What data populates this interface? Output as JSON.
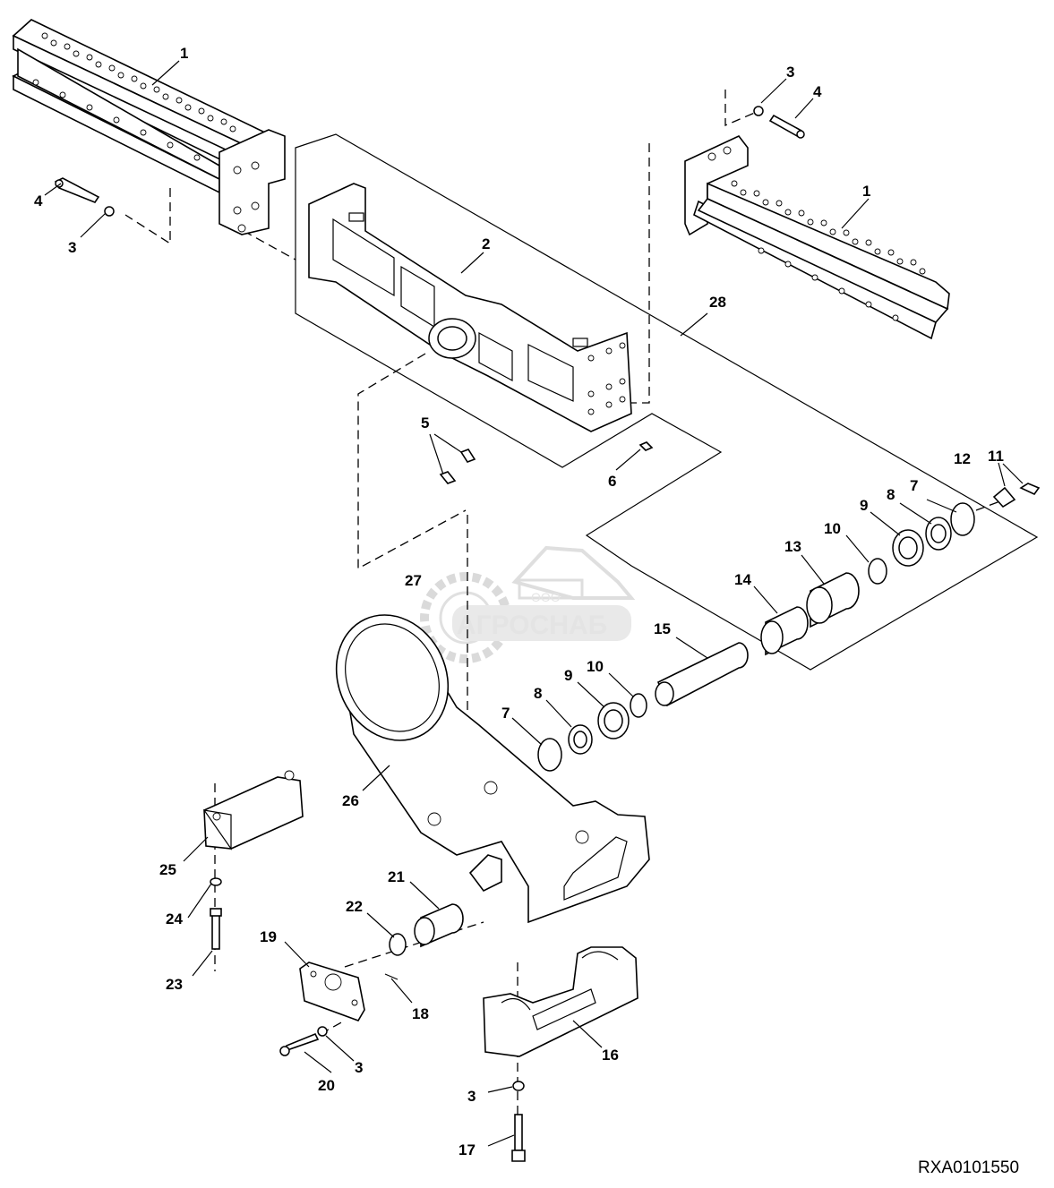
{
  "diagram": {
    "reference_code": "RXA0101550",
    "watermark": {
      "company_prefix": "ООО",
      "company_name": "АГРОСНАБ"
    },
    "callouts": [
      {
        "id": "c1a",
        "label": "1"
      },
      {
        "id": "c1b",
        "label": "1"
      },
      {
        "id": "c2",
        "label": "2"
      },
      {
        "id": "c3a",
        "label": "3"
      },
      {
        "id": "c3b",
        "label": "3"
      },
      {
        "id": "c3c",
        "label": "3"
      },
      {
        "id": "c3d",
        "label": "3"
      },
      {
        "id": "c4a",
        "label": "4"
      },
      {
        "id": "c4b",
        "label": "4"
      },
      {
        "id": "c5",
        "label": "5"
      },
      {
        "id": "c6",
        "label": "6"
      },
      {
        "id": "c7a",
        "label": "7"
      },
      {
        "id": "c7b",
        "label": "7"
      },
      {
        "id": "c8a",
        "label": "8"
      },
      {
        "id": "c8b",
        "label": "8"
      },
      {
        "id": "c9a",
        "label": "9"
      },
      {
        "id": "c9b",
        "label": "9"
      },
      {
        "id": "c10a",
        "label": "10"
      },
      {
        "id": "c10b",
        "label": "10"
      },
      {
        "id": "c11",
        "label": "11"
      },
      {
        "id": "c12",
        "label": "12"
      },
      {
        "id": "c13",
        "label": "13"
      },
      {
        "id": "c14",
        "label": "14"
      },
      {
        "id": "c15",
        "label": "15"
      },
      {
        "id": "c16",
        "label": "16"
      },
      {
        "id": "c17",
        "label": "17"
      },
      {
        "id": "c18",
        "label": "18"
      },
      {
        "id": "c19",
        "label": "19"
      },
      {
        "id": "c20",
        "label": "20"
      },
      {
        "id": "c21",
        "label": "21"
      },
      {
        "id": "c22",
        "label": "22"
      },
      {
        "id": "c23",
        "label": "23"
      },
      {
        "id": "c24",
        "label": "24"
      },
      {
        "id": "c25",
        "label": "25"
      },
      {
        "id": "c26",
        "label": "26"
      },
      {
        "id": "c27",
        "label": "27"
      },
      {
        "id": "c28",
        "label": "28"
      }
    ]
  }
}
